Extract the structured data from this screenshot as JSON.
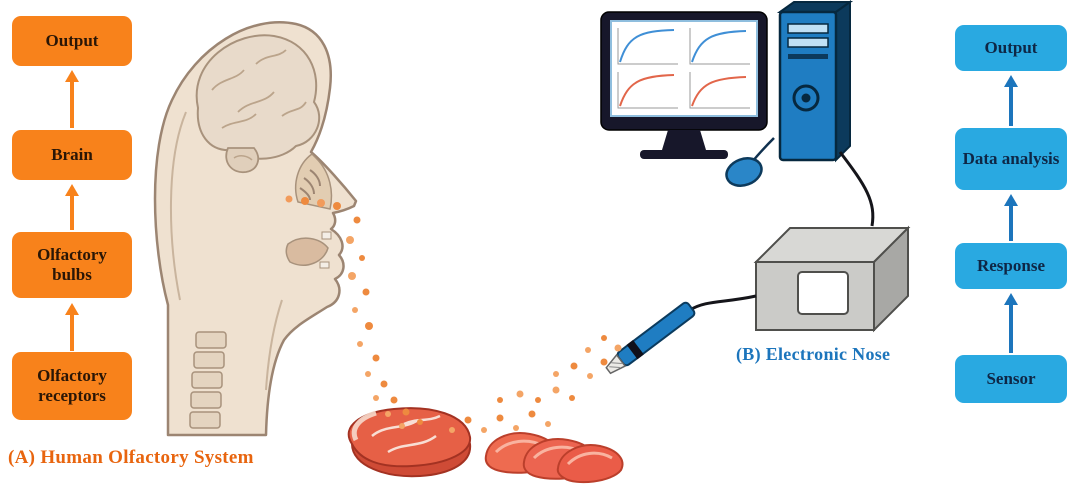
{
  "human_flow": {
    "boxes": [
      {
        "label": "Output"
      },
      {
        "label": "Brain"
      },
      {
        "label": "Olfactory bulbs"
      },
      {
        "label": "Olfactory receptors"
      }
    ],
    "box_color": "#F8821B",
    "arrow_color": "#F8821B",
    "label_color": "#2A1606"
  },
  "electronic_flow": {
    "boxes": [
      {
        "label": "Output"
      },
      {
        "label": "Data analysis"
      },
      {
        "label": "Response"
      },
      {
        "label": "Sensor"
      }
    ],
    "box_color": "#29A9E1",
    "arrow_color": "#1C75BC",
    "label_color": "#0E2746"
  },
  "captions": {
    "a": {
      "text": "(A) Human Olfactory System",
      "color": "#E8650F"
    },
    "b": {
      "text": "(B) Electronic Nose",
      "color": "#1C75BC"
    }
  },
  "illustrations": {
    "head": "human-head-sagittal-cross-section",
    "particles": "odor-particles",
    "computer": "desktop-computer-with-response-charts",
    "instrument": "electronic-nose-unit",
    "probe": "sampling-probe",
    "food": "meat-samples"
  }
}
